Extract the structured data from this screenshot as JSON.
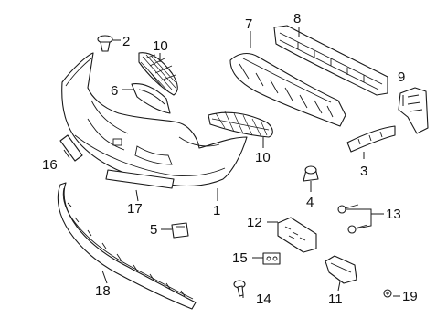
{
  "callouts": {
    "c1": "1",
    "c2": "2",
    "c3": "3",
    "c4": "4",
    "c5": "5",
    "c6": "6",
    "c7": "7",
    "c8": "8",
    "c9": "9",
    "c10a": "10",
    "c10b": "10",
    "c11": "11",
    "c12": "12",
    "c13": "13",
    "c14": "14",
    "c15": "15",
    "c16": "16",
    "c17": "17",
    "c18": "18",
    "c19": "19"
  },
  "colors": {
    "line": "#1a1a1a",
    "background": "#ffffff"
  }
}
